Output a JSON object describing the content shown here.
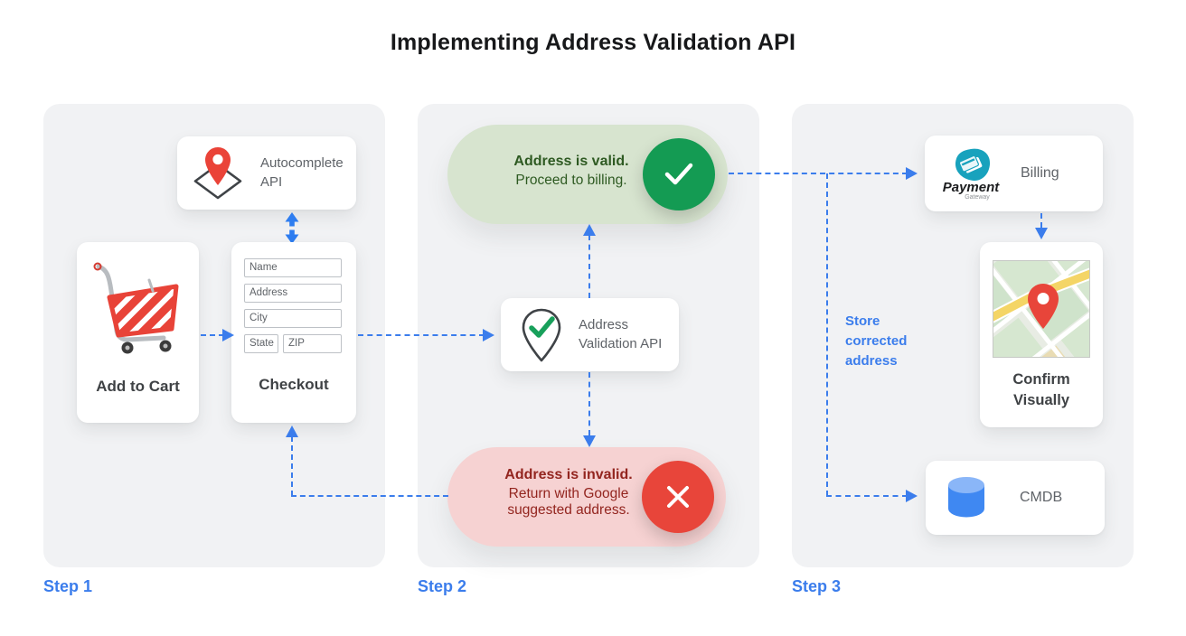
{
  "title": "Implementing Address Validation API",
  "step_labels": [
    "Step 1",
    "Step 2",
    "Step 3"
  ],
  "colors": {
    "arrow_blue": "#3b7dec",
    "green_badge": "#149b53",
    "red_badge": "#e8453a",
    "green_pill_bg": "#d7e4cf",
    "red_pill_bg": "#f6d2d2",
    "green_text": "#2e5a22",
    "red_text": "#93251f",
    "pin_red": "#ea4338",
    "gateway_teal": "#18a2bd",
    "cylinder_blue": "#3f88f2"
  },
  "step1": {
    "autocomplete_api": {
      "label": "Autocomplete API"
    },
    "add_to_cart": {
      "label": "Add to Cart"
    },
    "checkout": {
      "label": "Checkout",
      "fields": {
        "name": "Name",
        "address": "Address",
        "city": "City",
        "state": "State",
        "zip": "ZIP"
      }
    }
  },
  "step2": {
    "validation_api": {
      "label": "Address Validation API"
    },
    "valid_result": {
      "title": "Address is valid.",
      "subtitle": "Proceed to billing."
    },
    "invalid_result": {
      "title": "Address is invalid.",
      "subtitle": "Return with Google suggested address."
    }
  },
  "step3": {
    "billing": {
      "label": "Billing",
      "logo_name": "Payment",
      "logo_sub": "Gateway"
    },
    "confirm_visually": {
      "label": "Confirm Visually"
    },
    "cmdb": {
      "label": "CMDB"
    },
    "note": "Store corrected address"
  }
}
